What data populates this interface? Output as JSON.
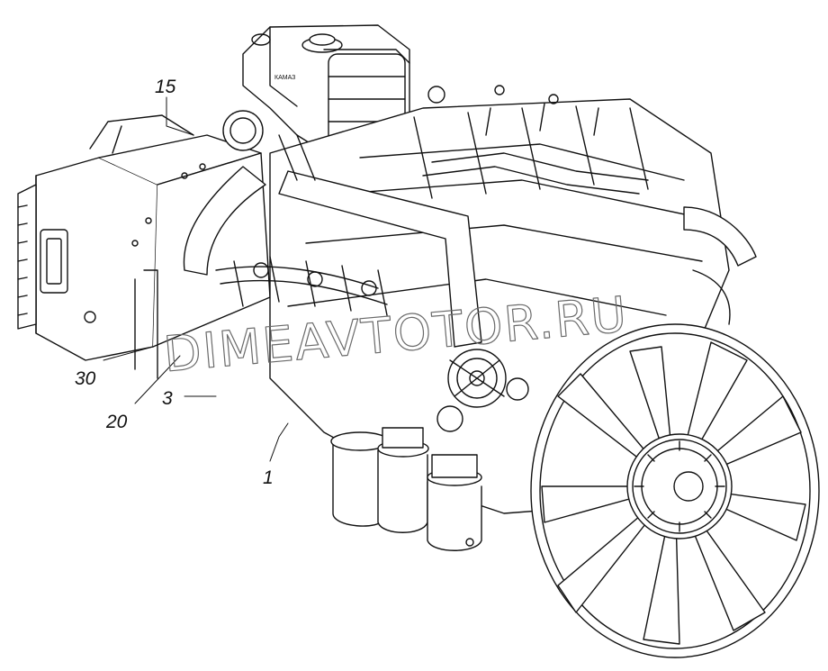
{
  "callouts": {
    "c15": "15",
    "c30": "30",
    "c20": "20",
    "c3": "3",
    "c1": "1"
  },
  "watermark": "DIMEAVTOTOR.RU",
  "tank_brand": "КАМАЗ",
  "colors": {
    "line": "#111111",
    "paper": "#ffffff",
    "watermark": "#6a6a6a"
  }
}
